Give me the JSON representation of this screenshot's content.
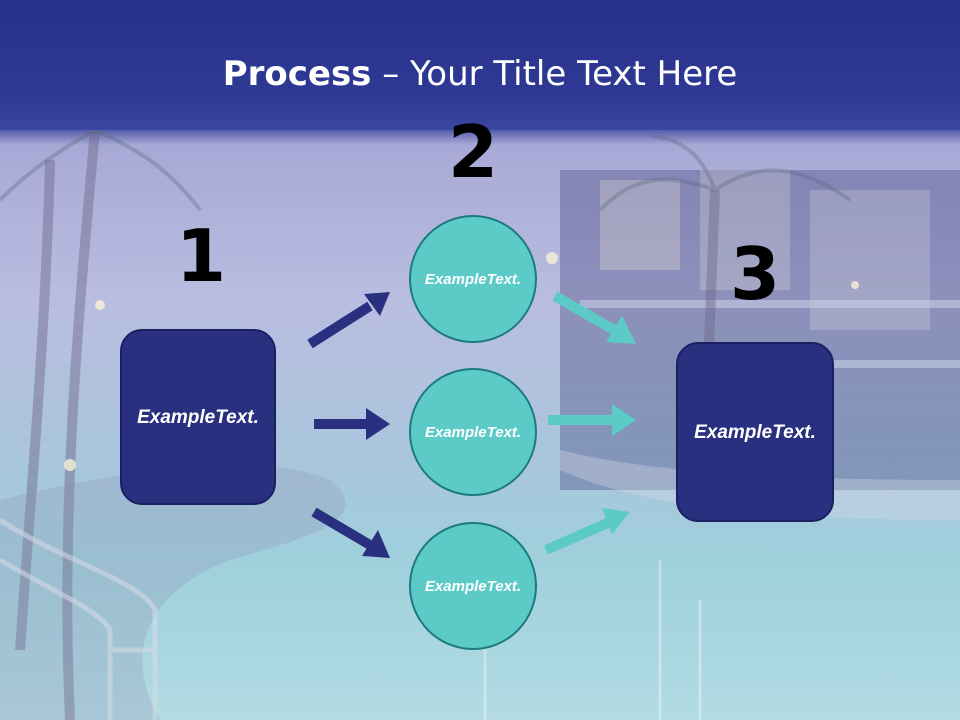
{
  "slide": {
    "title_bold": "Process",
    "title_rest": " – Your Title Text Here"
  },
  "steps": {
    "num1": "1",
    "num2": "2",
    "num3": "3"
  },
  "nodes": {
    "left_box": "Example Text.",
    "circle_top": "Example Text.",
    "circle_middle": "Example Text.",
    "circle_bottom": "Example Text.",
    "right_box": "Example Text."
  },
  "colors": {
    "title_band": "#2e3994",
    "box_fill": "#29307f",
    "circle_fill": "#5ccbc8",
    "dark_arrow": "#29307f",
    "teal_arrow": "#5ccbc8"
  }
}
